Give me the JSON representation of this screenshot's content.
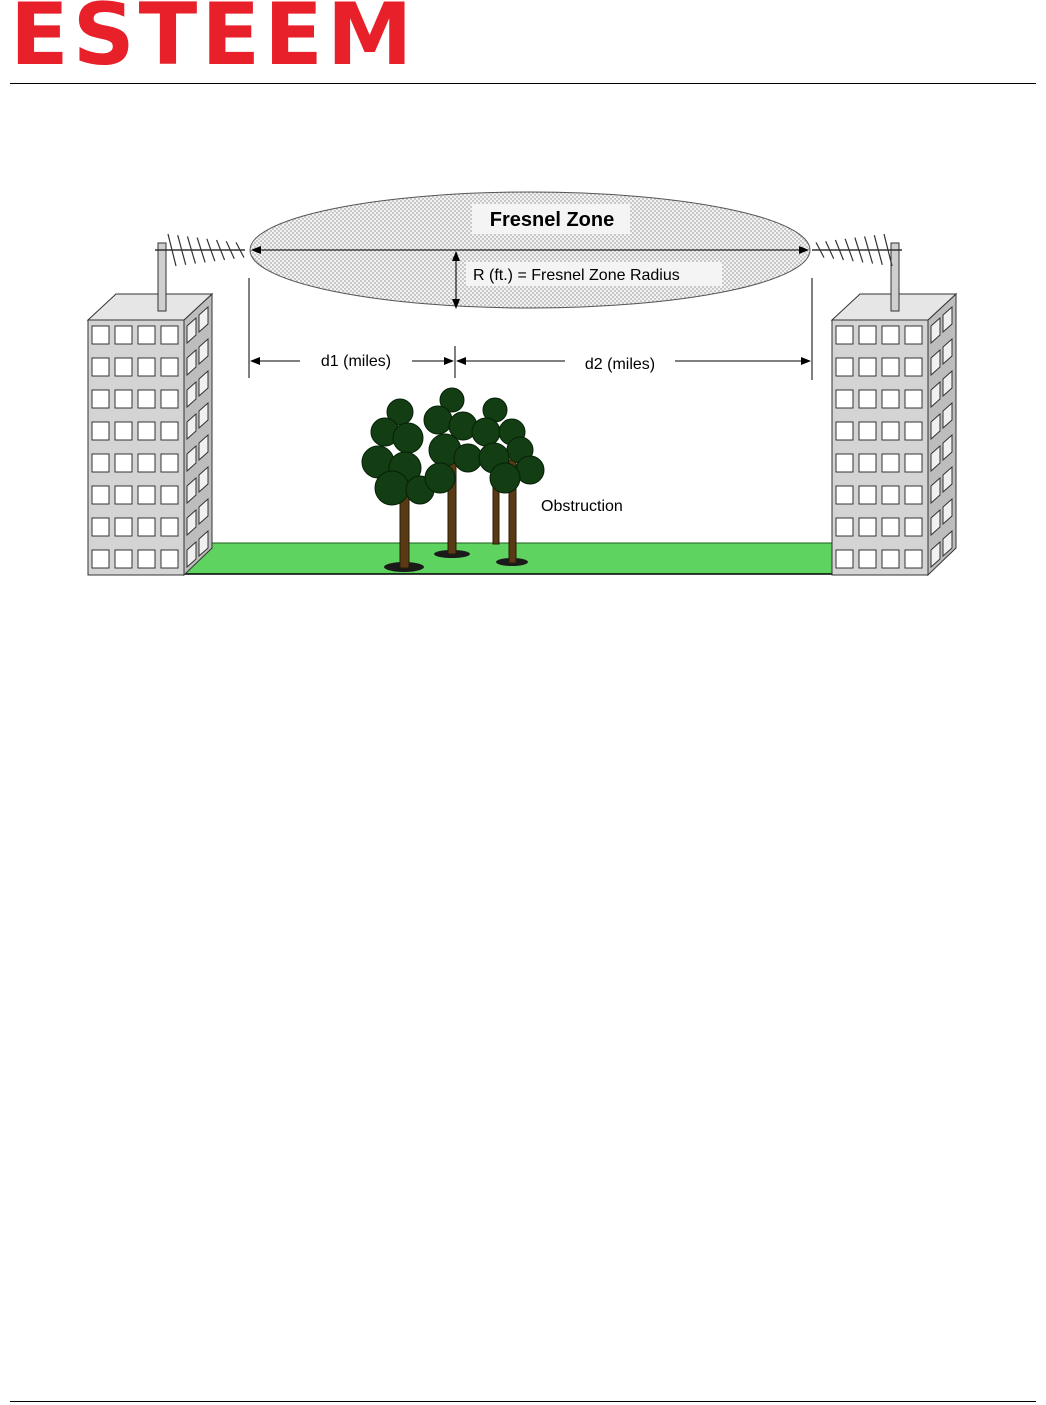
{
  "header": {
    "logo_text": "ESTEEM"
  },
  "colors": {
    "logo_red": "#e8202a",
    "ground_green": "#5fd35f",
    "building_gray": "#d4d4d4",
    "zone_fill": "#ececec"
  },
  "diagram": {
    "fresnel_zone_label": "Fresnel Zone",
    "radius_label": "R (ft.) = Fresnel Zone Radius",
    "d1_label": "d1 (miles)",
    "d2_label": "d2 (miles)",
    "obstruction_label": "Obstruction"
  }
}
